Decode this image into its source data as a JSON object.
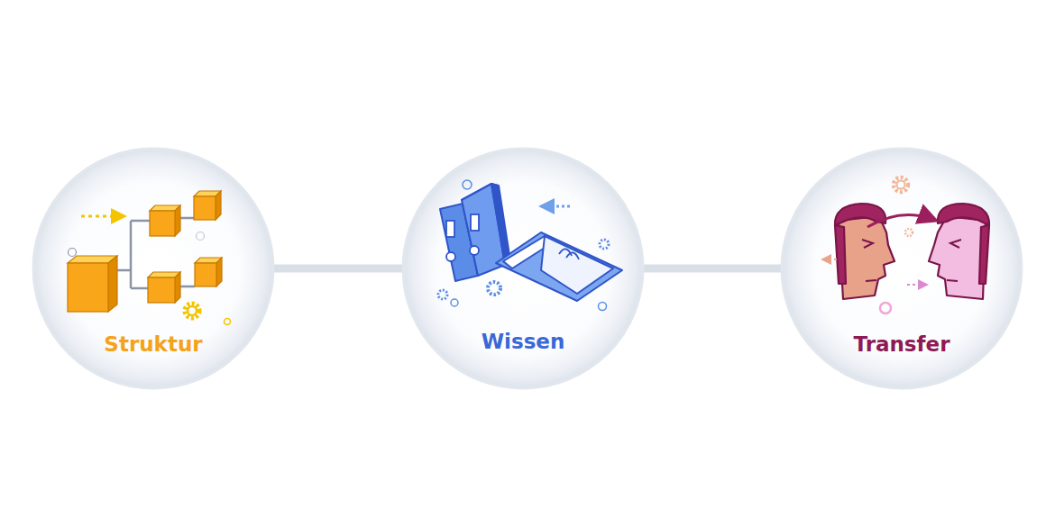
{
  "diagram": {
    "nodes": [
      {
        "text": [
          "Struktur"
        ]
      },
      {
        "text": [
          "Wissen"
        ]
      },
      {
        "text": [
          "Transfer"
        ]
      }
    ],
    "edges": [
      {
        "from": 0,
        "to": 1,
        "arrow": "none"
      },
      {
        "from": 1,
        "to": 2,
        "arrow": "none"
      }
    ]
  }
}
